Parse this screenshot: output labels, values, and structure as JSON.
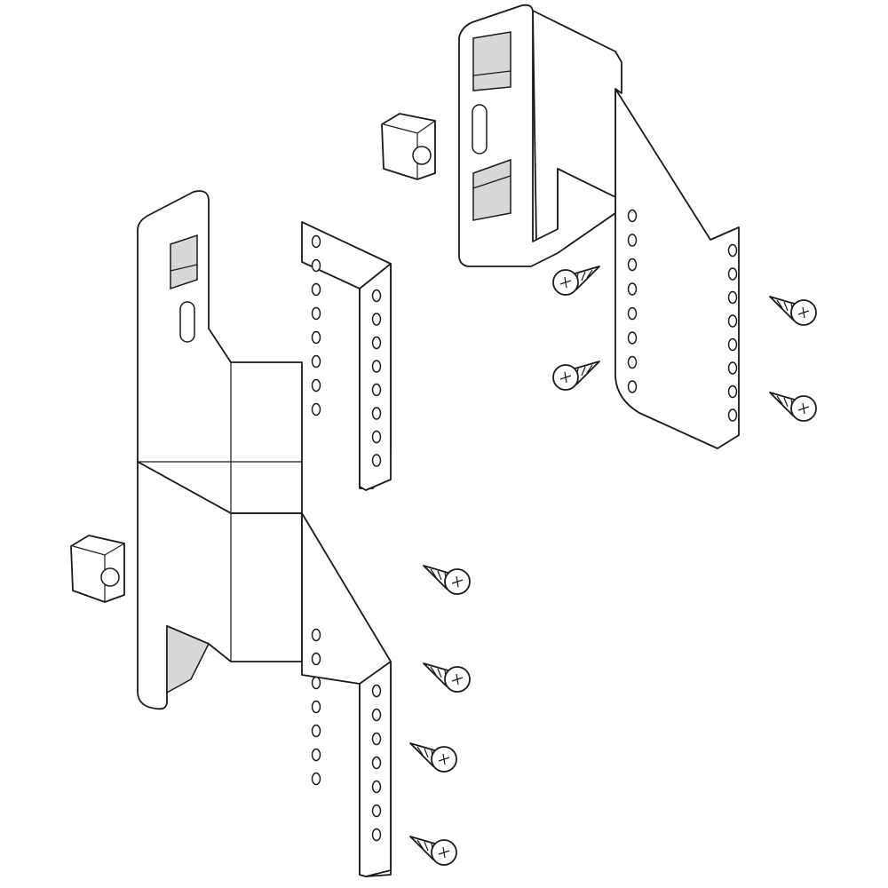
{
  "drawing": {
    "line_color": "#1a1a1a",
    "background": "#ffffff",
    "shade_color": "#d8d8d8",
    "parts": [
      {
        "name": "upper-right-bracket"
      },
      {
        "name": "lower-left-bracket"
      },
      {
        "name": "cage-nut",
        "count": 2
      },
      {
        "name": "screw",
        "count": 8
      }
    ]
  }
}
